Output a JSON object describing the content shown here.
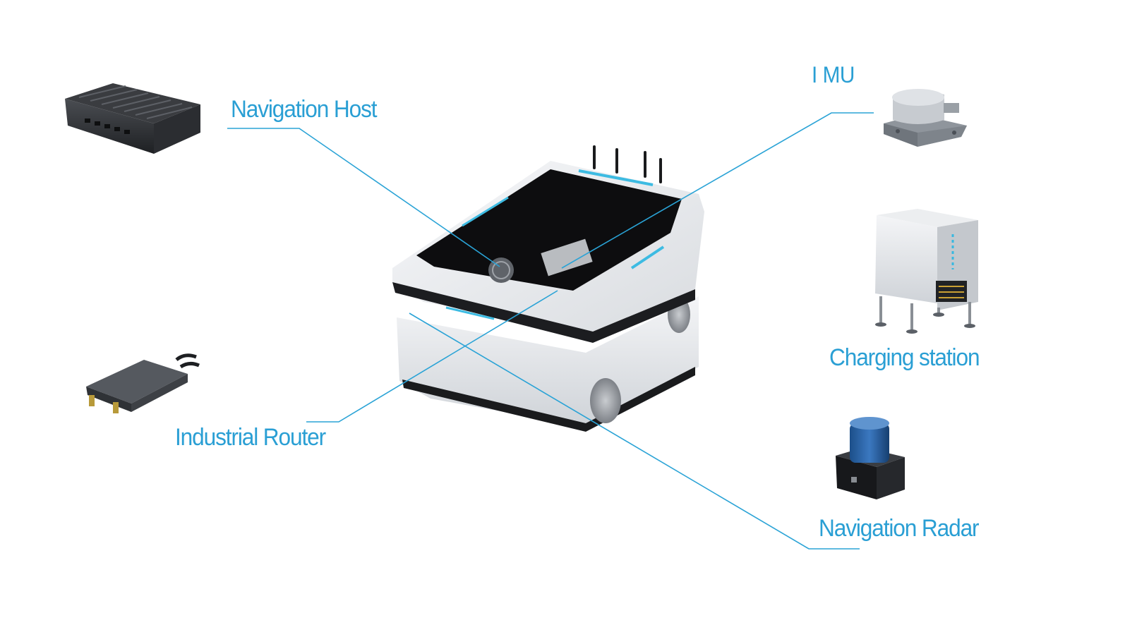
{
  "labels": {
    "navigation_host": "Navigation Host",
    "imu": "I MU",
    "charging_station": "Charging station",
    "industrial_router": "Industrial Router",
    "navigation_radar": "Navigation Radar"
  },
  "colors": {
    "accent": "#2a9fd4",
    "robot_body": "#e6e8eb",
    "cavity": "#0d0d0f"
  }
}
